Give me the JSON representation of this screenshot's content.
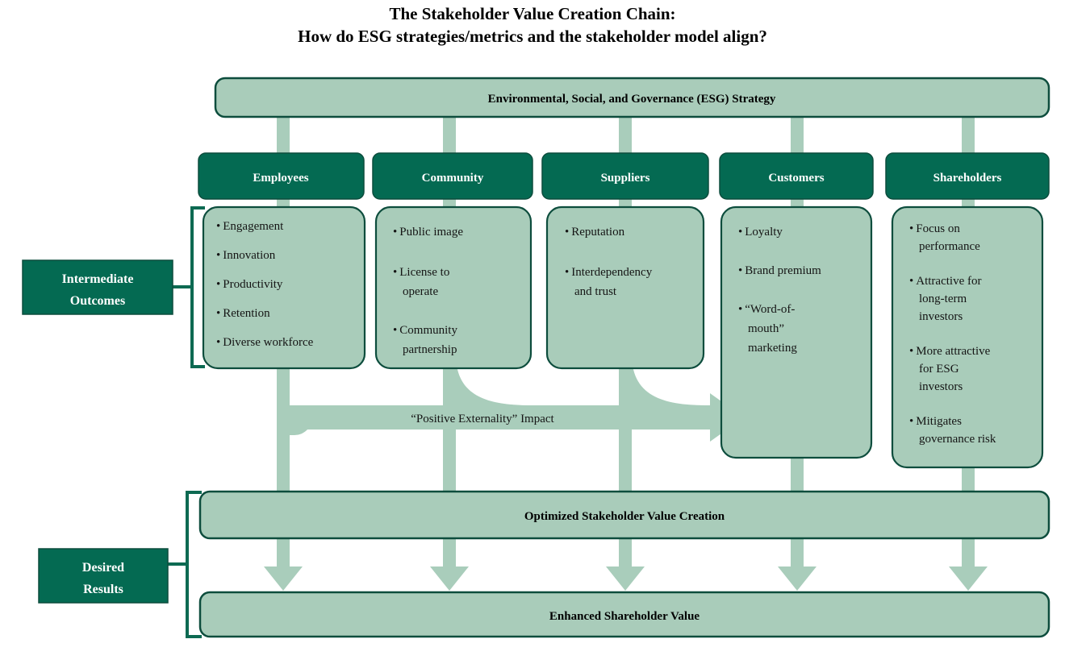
{
  "title": {
    "line1": "The Stakeholder Value Creation Chain:",
    "line2": "How do ESG strategies/metrics and the stakeholder model align?"
  },
  "colors": {
    "dark_green": "#046a52",
    "dark_green_border": "#0d4d3d",
    "light_green": "#aacdbb",
    "light_green_fill": "#a9ccba",
    "connector": "#a9cdbb",
    "text_dark": "#151515",
    "text_light": "#ffffff",
    "background": "#ffffff"
  },
  "top_box": {
    "label": "Environmental, Social, and Governance (ESG) Strategy"
  },
  "side_labels": [
    {
      "id": "intermediate-outcomes",
      "line1": "Intermediate",
      "line2": "Outcomes"
    },
    {
      "id": "desired-results",
      "line1": "Desired",
      "line2": "Results"
    }
  ],
  "flow_label": {
    "text": "“Positive Externality” Impact"
  },
  "columns": [
    {
      "id": "employees",
      "header": "Employees",
      "bullets": [
        [
          "Engagement"
        ],
        [
          "Innovation"
        ],
        [
          "Productivity"
        ],
        [
          "Retention"
        ],
        [
          "Diverse workforce"
        ]
      ]
    },
    {
      "id": "community",
      "header": "Community",
      "bullets": [
        [
          "Public image"
        ],
        [
          "License to",
          "operate"
        ],
        [
          "Community",
          "partnership"
        ]
      ]
    },
    {
      "id": "suppliers",
      "header": "Suppliers",
      "bullets": [
        [
          "Reputation"
        ],
        [
          "Interdependency",
          "and trust"
        ]
      ]
    },
    {
      "id": "customers",
      "header": "Customers",
      "bullets": [
        [
          "Loyalty"
        ],
        [
          "Brand premium"
        ],
        [
          "“Word-of-",
          "mouth”",
          "marketing"
        ]
      ]
    },
    {
      "id": "shareholders",
      "header": "Shareholders",
      "bullets": [
        [
          "Focus on",
          "performance"
        ],
        [
          "Attractive for",
          "long-term",
          "investors"
        ],
        [
          "More attractive",
          "for ESG",
          "investors"
        ],
        [
          "Mitigates",
          "governance risk"
        ]
      ]
    }
  ],
  "result_boxes": [
    {
      "id": "optimized-stakeholder-value-creation",
      "label": "Optimized Stakeholder Value Creation"
    },
    {
      "id": "enhanced-shareholder-value",
      "label": "Enhanced Shareholder Value"
    }
  ]
}
